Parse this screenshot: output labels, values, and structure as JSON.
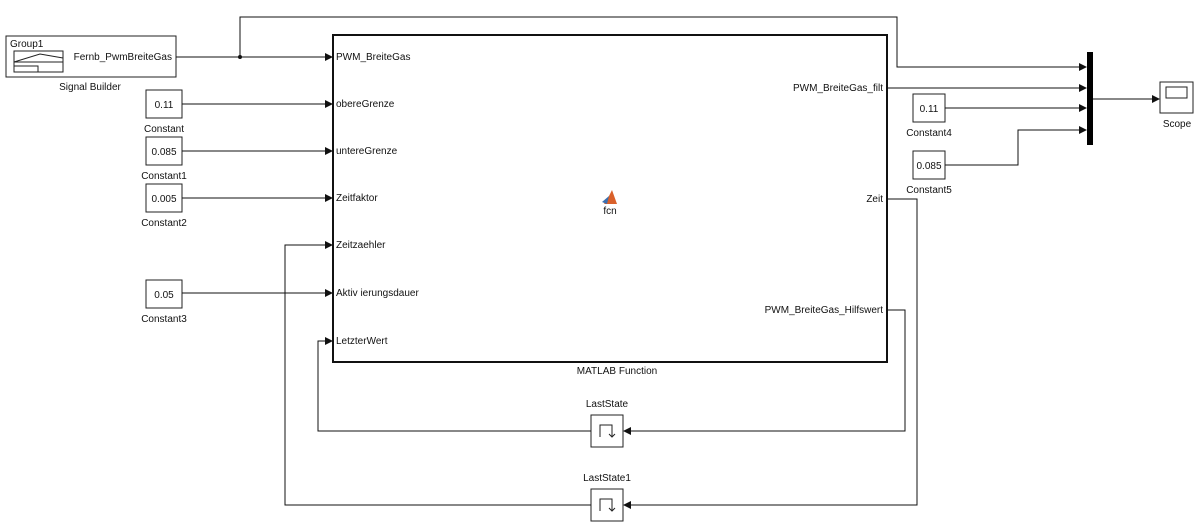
{
  "signal_builder": {
    "group": "Group1",
    "output": "Fernb_PwmBreiteGas",
    "label": "Signal Builder"
  },
  "constants": [
    {
      "value": "0.11",
      "label": "Constant"
    },
    {
      "value": "0.085",
      "label": "Constant1"
    },
    {
      "value": "0.005",
      "label": "Constant2"
    },
    {
      "value": "0.05",
      "label": "Constant3"
    },
    {
      "value": "0.11",
      "label": "Constant4"
    },
    {
      "value": "0.085",
      "label": "Constant5"
    }
  ],
  "matlab_function": {
    "label": "MATLAB Function",
    "center": "fcn",
    "inputs": [
      "PWM_BreiteGas",
      "obereGrenze",
      "untereGrenze",
      "Zeitfaktor",
      "Zeitzaehler",
      "Aktiv ierungsdauer",
      "LetzterWert"
    ],
    "outputs": [
      "PWM_BreiteGas_filt",
      "Zeit",
      "PWM_BreiteGas_Hilfswert"
    ]
  },
  "memory_blocks": [
    {
      "label": "LastState"
    },
    {
      "label": "LastState1"
    }
  ],
  "scope": {
    "label": "Scope"
  }
}
